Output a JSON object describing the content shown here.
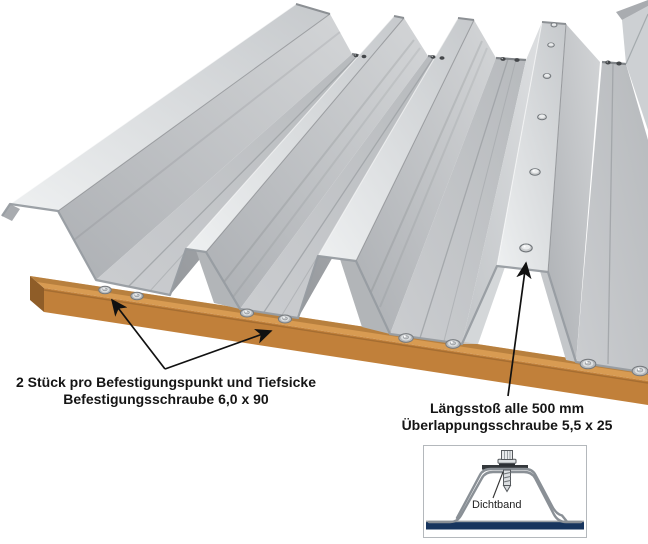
{
  "labels": {
    "fastening_line1": "2 Stück pro Befestigungspunkt und Tiefsicke",
    "fastening_line2": "Befestigungsschraube 6,0 x 90",
    "overlap_line1": "Längsstoß alle 500 mm",
    "overlap_line2": "Überlappungsschraube 5,5 x 25",
    "inset_sealband": "Dichtband"
  },
  "colors": {
    "background": "#ffffff",
    "metal_light": "#e8eaec",
    "metal_mid": "#c3c6c9",
    "metal_dark": "#9da0a4",
    "edge_outline": "#979ca1",
    "wood_top": "#d89b52",
    "wood_front": "#c1803a",
    "wood_end": "#8f5d28",
    "wood_shadow": "#a87134",
    "screw_dark": "#44474a",
    "seal_band": "#34383c",
    "base_band_navy": "#17355e",
    "annotation": "#111111",
    "inset_border": "#b4b8bc"
  }
}
